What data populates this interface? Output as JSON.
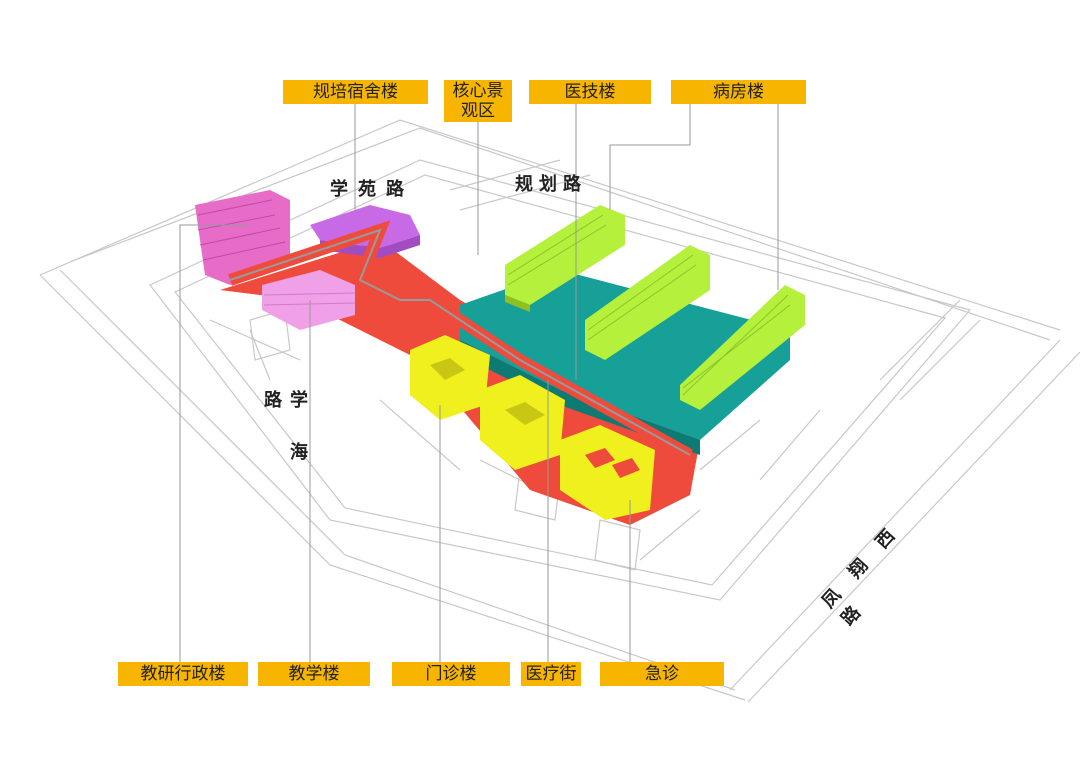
{
  "labels": {
    "dormitory": "规培宿舍楼",
    "landscape": "核心景\n观区",
    "medtech": "医技楼",
    "ward": "病房楼",
    "admin": "教研行政楼",
    "teaching": "教学楼",
    "outpatient": "门诊楼",
    "medstreet": "医疗街",
    "emergency": "急诊"
  },
  "roads": {
    "xueyuan": "学苑路",
    "guihua": "规划路",
    "xuehai": "学海路",
    "fengxiangxi": "凤翔西路"
  },
  "colors": {
    "label_bg": "#f7b500",
    "magenta": "#e66cc8",
    "pink_light": "#f0a0e6",
    "violet": "#c86ae6",
    "teal": "#17a098",
    "lime": "#b4f03c",
    "yellow": "#f0f01e",
    "red": "#ee4b3c",
    "line": "#bdbdbd"
  }
}
